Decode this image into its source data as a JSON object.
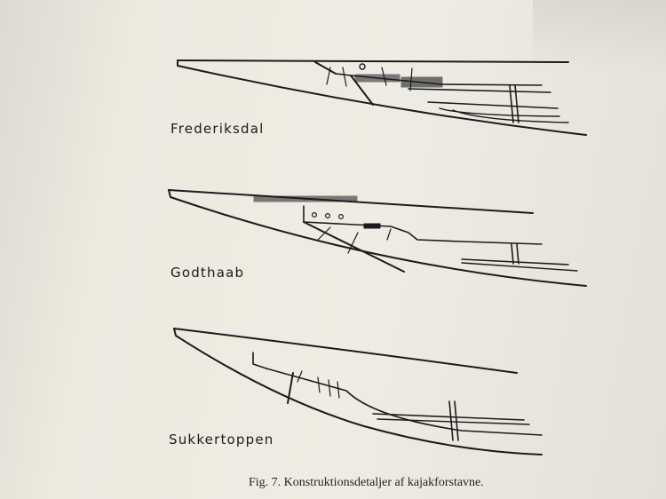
{
  "figure": {
    "labels": {
      "frederiksdal": "Frederiksdal",
      "godthaab": "Godthaab",
      "sukkertoppen": "Sukkertoppen"
    },
    "caption": "Fig. 7.  Konstruktionsdetaljer af kajakforstavne."
  },
  "colors": {
    "ink": "#1b1b1b",
    "paper": "#eceadf"
  }
}
